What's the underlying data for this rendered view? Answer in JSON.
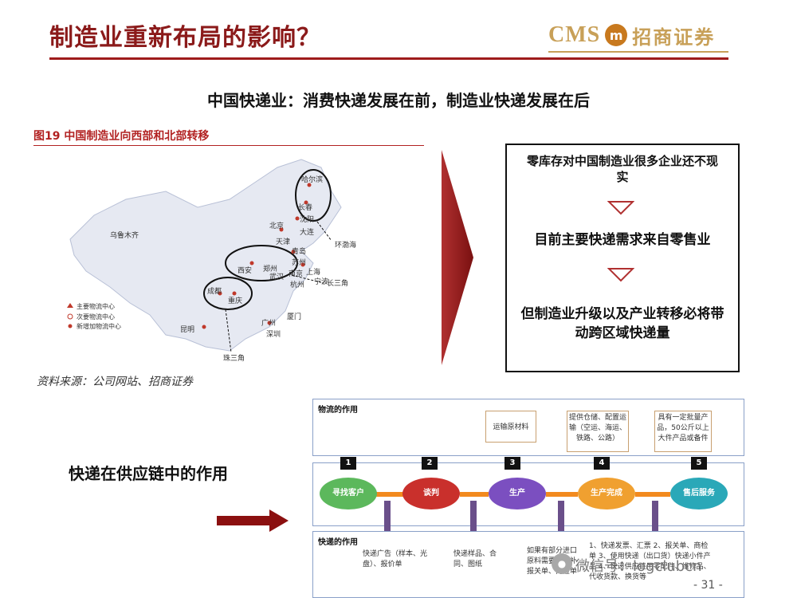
{
  "header": {
    "title": "制造业重新布局的影响？",
    "logo_cms": "CMS",
    "logo_mark": "m",
    "logo_name": "招商证券"
  },
  "subtitle": "中国快递业：消费快递发展在前，制造业快递发展在后",
  "figure": {
    "caption": "图19  中国制造业向西部和北部转移",
    "source": "资料来源：公司网站、招商证券",
    "legend": [
      "主要物流中心",
      "次要物流中心",
      "新增加物流中心"
    ],
    "cities": [
      "哈尔滨",
      "长春",
      "沈阳",
      "北京",
      "大连",
      "天津",
      "青岛",
      "苏州",
      "郑州",
      "西安",
      "南京",
      "武汉",
      "上海",
      "宁波",
      "杭州",
      "成都",
      "重庆",
      "厦门",
      "广州",
      "深圳",
      "昆明",
      "乌鲁木齐"
    ],
    "region_labels": [
      "环渤海",
      "长三角",
      "珠三角"
    ]
  },
  "flow": {
    "step1": "零库存对中国制造业很多企业还不现实",
    "step2": "目前主要快递需求来自零售业",
    "step3": "但制造业升级以及产业转移必将带动跨区域快递量"
  },
  "supply_chain": {
    "label": "快递在供应链中的作用",
    "logistics_title": "物流的作用",
    "express_title": "快递的作用",
    "callouts": [
      "运输原材料",
      "提供仓储、配置运输（空运、海运、铁路、公路）",
      "具有一定批量产品，50公斤以上大件产品或备件"
    ],
    "steps": [
      {
        "num": "1",
        "label": "寻找客户",
        "color": "#5cb85c"
      },
      {
        "num": "2",
        "label": "谈判",
        "color": "#c9302c"
      },
      {
        "num": "3",
        "label": "生产",
        "color": "#7b4fc0"
      },
      {
        "num": "4",
        "label": "生产完成",
        "color": "#f0a030"
      },
      {
        "num": "5",
        "label": "售后服务",
        "color": "#2aa8b8"
      }
    ],
    "notes": [
      "快递广告（样本、光盘）、报价单",
      "快递样品、合同、图纸",
      "如果有部分进口原料需要快速补报关单、商检单",
      "1、快递发票、汇票 2、报关单、商检单 3、使用快递（出口货）快递小件产品 4、快递供应链用零配件、维修品、代收货款、换货等"
    ],
    "watermark": "微信号：logclubcn",
    "page": "- 31 -"
  }
}
